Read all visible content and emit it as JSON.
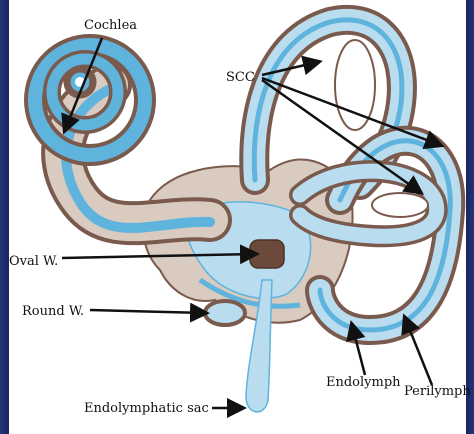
{
  "labels": {
    "cochlea": "Cochlea",
    "scc": "SCC",
    "oval_window": "Oval W.",
    "round_window": "Round W.",
    "endolymph": "Endolymph",
    "perilymph": "Perilymph",
    "endolymphatic_sac": "Endolymphatic sac"
  },
  "colors": {
    "bone": "#d9cbbf",
    "bone_shadow": "#7a5a4c",
    "endolymph_fill": "#5fb4de",
    "perilymph_fill": "#b9dcef",
    "slide_border": "#1c2a66"
  }
}
